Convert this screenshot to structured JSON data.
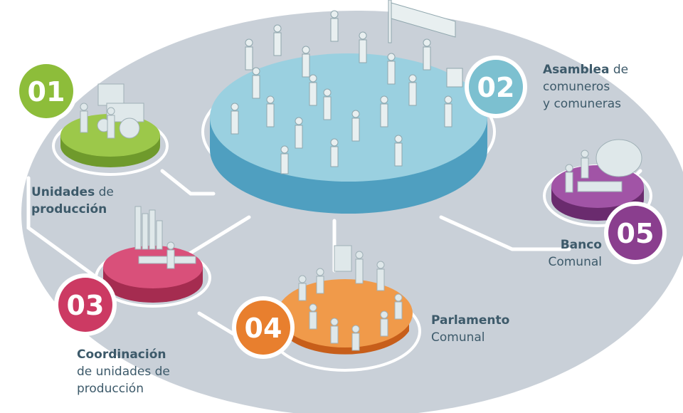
{
  "nodes": [
    {
      "id": "unidades",
      "number": "01",
      "bold": "Unidades",
      "rest": " de",
      "line2": "producción",
      "line2_bold": true,
      "color": "#8dbd3a"
    },
    {
      "id": "asamblea",
      "number": "02",
      "bold": "Asamblea",
      "rest": " de",
      "line2": "comuneros",
      "line3": "y comuneras",
      "color": "#7cc0d0"
    },
    {
      "id": "coordinacion",
      "number": "03",
      "bold": "Coordinación",
      "line2": "de unidades de",
      "line3": "producción",
      "color": "#cc3a63"
    },
    {
      "id": "parlamento",
      "number": "04",
      "bold": "Parlamento",
      "line2": "Comunal",
      "color": "#e87f2e"
    },
    {
      "id": "banco",
      "number": "05",
      "bold": "Banco",
      "line2": "Comunal",
      "color": "#8a3e8e"
    }
  ],
  "colors": {
    "background_ellipse": "#c9d0d8",
    "connector": "#ffffff",
    "text": "#3d5a6a",
    "figure": "#dfe8ea"
  }
}
